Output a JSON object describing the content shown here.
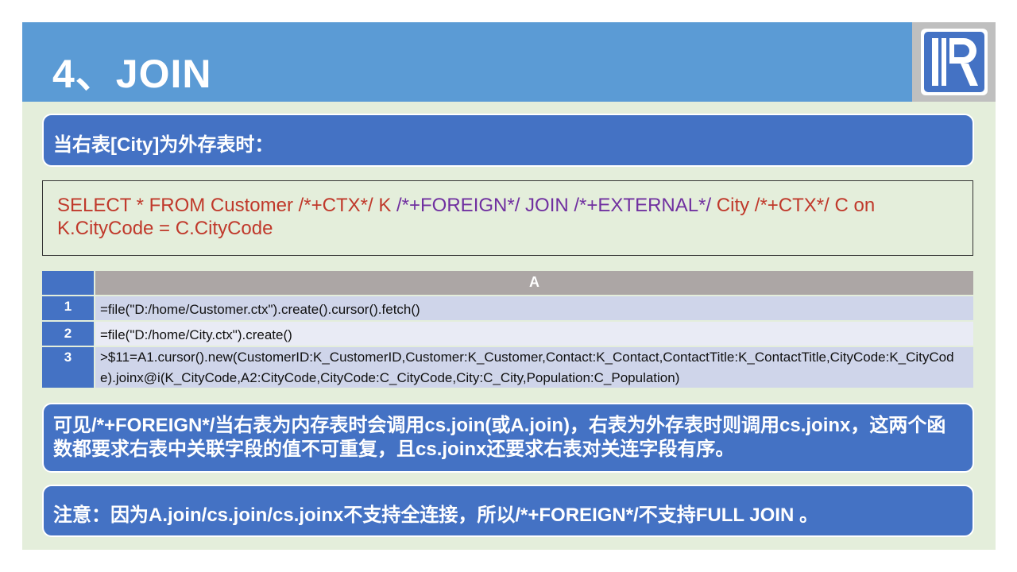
{
  "title": "4、JOIN",
  "logo": {
    "icon": "raqsoft-r-logo-icon",
    "color": "#4472c4"
  },
  "heading": "当右表[City]为外存表时：",
  "sql": {
    "part1": "SELECT * FROM Customer /*+CTX*/ K ",
    "part2": "/*+FOREIGN*/ JOIN /*+EXTERNAL*/",
    "part3": " City /*+CTX*/ C on K.CityCode = C.CityCode"
  },
  "grid": {
    "column_header": "A",
    "rows": [
      {
        "num": "1",
        "code": "=file(\"D:/home/Customer.ctx\").create().cursor().fetch()"
      },
      {
        "num": "2",
        "code": "=file(\"D:/home/City.ctx\").create()"
      },
      {
        "num": "3",
        "code": ">$11=A1.cursor().new(CustomerID:K_CustomerID,Customer:K_Customer,Contact:K_Contact,ContactTitle:K_ContactTitle,CityCode:K_CityCode).joinx@i(K_CityCode,A2:CityCode,CityCode:C_CityCode,City:C_City,Population:C_Population)"
      }
    ]
  },
  "note": "可见/*+FOREIGN*/当右表为内存表时会调用cs.join(或A.join)，右表为外存表时则调用cs.joinx，这两个函数都要求右表中关联字段的值不可重复，且cs.joinx还要求右表对关连字段有序。",
  "warning": "注意：因为A.join/cs.join/cs.joinx不支持全连接，所以/*+FOREIGN*/不支持FULL JOIN 。",
  "colors": {
    "title_bar": "#5b9bd5",
    "box_blue": "#4472c4",
    "slide_bg": "#e4eedb",
    "sql_red": "#c0392b",
    "sql_purple": "#7030a0"
  }
}
